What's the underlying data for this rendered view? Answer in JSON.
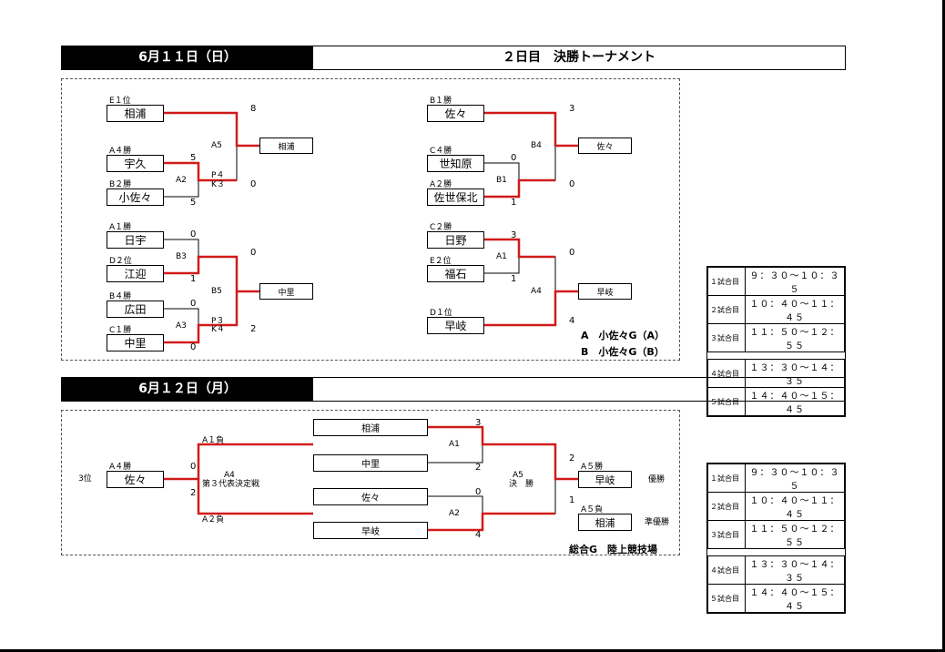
{
  "day1": {
    "date": "6月１１日（日）",
    "title": "２日目　決勝トーナメント",
    "left_top": {
      "seeds": [
        "E１位",
        "A４勝",
        "B２勝"
      ],
      "teams": [
        "相浦",
        "宇久",
        "小佐々"
      ],
      "game_inner": "A2",
      "game_outer": "A5",
      "pk": "P４\nK３",
      "pk_p": "P４",
      "pk_k": "K３",
      "scores": {
        "inner_top": "5",
        "inner_bot": "5",
        "outer_top": "8",
        "outer_bot": "0"
      },
      "winner": "相浦"
    },
    "left_bot": {
      "seeds": [
        "A１勝",
        "D２位",
        "B４勝",
        "C１勝"
      ],
      "teams": [
        "日宇",
        "江迎",
        "広田",
        "中里"
      ],
      "game_a": "B3",
      "game_b": "A3",
      "game_outer": "B5",
      "pk_p": "P３",
      "pk_k": "K４",
      "scores": {
        "a_top": "0",
        "a_bot": "1",
        "b_top": "0",
        "b_bot": "0",
        "outer_top": "0",
        "outer_bot": "2"
      },
      "winner": "中里"
    },
    "right_top": {
      "seeds": [
        "B１勝",
        "C４勝",
        "A２勝"
      ],
      "teams": [
        "佐々",
        "世知原",
        "佐世保北"
      ],
      "game_inner": "B1",
      "game_outer": "B4",
      "scores": {
        "inner_top": "0",
        "inner_bot": "1",
        "outer_top": "3",
        "outer_bot": "0"
      },
      "winner": "佐々"
    },
    "right_bot": {
      "seeds": [
        "C２勝",
        "E２位",
        "D１位"
      ],
      "teams": [
        "日野",
        "福石",
        "早岐"
      ],
      "game_inner": "A1",
      "game_outer": "A4",
      "scores": {
        "inner_top": "3",
        "inner_bot": "1",
        "outer_top": "0",
        "outer_bot": "4"
      },
      "winner": "早岐"
    },
    "venues": [
      "A　小佐々G（A）",
      "B　小佐々G（B）"
    ]
  },
  "day2": {
    "date": "6月１２日（月）",
    "third_place": {
      "label": "3位",
      "seed": "A４勝",
      "team": "佐々",
      "upper": "A１負",
      "lower": "A２負",
      "game": "A4",
      "game_desc": "第３代表決定戦",
      "score_top": "0",
      "score_bot": "2"
    },
    "semis": {
      "teams": [
        "相浦",
        "中里",
        "佐々",
        "早岐"
      ],
      "game1": "A1",
      "game2": "A2",
      "scores": {
        "g1_top": "3",
        "g1_bot": "2",
        "g2_top": "0",
        "g2_bot": "4"
      }
    },
    "final": {
      "game": "A5",
      "desc": "決　勝",
      "score_top": "2",
      "score_bot": "1",
      "win_seed": "A５勝",
      "lose_seed": "A５負",
      "winner": "早岐",
      "runner_up": "相浦",
      "win_label": "優勝",
      "lose_label": "準優勝"
    },
    "venue": "総合G　陸上競技場"
  },
  "schedule": [
    {
      "game": "１試合目",
      "time": "９：３０～１０：３５"
    },
    {
      "game": "２試合目",
      "time": "１０：４０～１１：４５"
    },
    {
      "game": "３試合目",
      "time": "１１：５０～１２：５５"
    },
    {
      "game": "４試合目",
      "time": "１３：３０～１４：３５"
    },
    {
      "game": "５試合目",
      "time": "１４：４０～１５：４５"
    }
  ],
  "colors": {
    "win_line": "#d11a1a",
    "line": "#000000"
  }
}
